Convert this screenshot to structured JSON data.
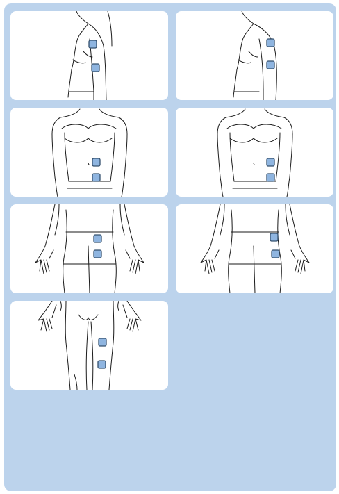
{
  "colors": {
    "background": "#bcd3ec",
    "panel": "#ffffff",
    "electrode_fill": "#8fb5e0",
    "electrode_stroke": "#34506e",
    "outline": "#1a1a1a"
  },
  "panels": [
    {
      "view": "side-upper-arm"
    },
    {
      "view": "side-upper-arm-back"
    },
    {
      "view": "front-torso-center"
    },
    {
      "view": "front-torso-right"
    },
    {
      "view": "front-hips-center"
    },
    {
      "view": "front-hips-side"
    },
    {
      "view": "front-thigh"
    }
  ]
}
